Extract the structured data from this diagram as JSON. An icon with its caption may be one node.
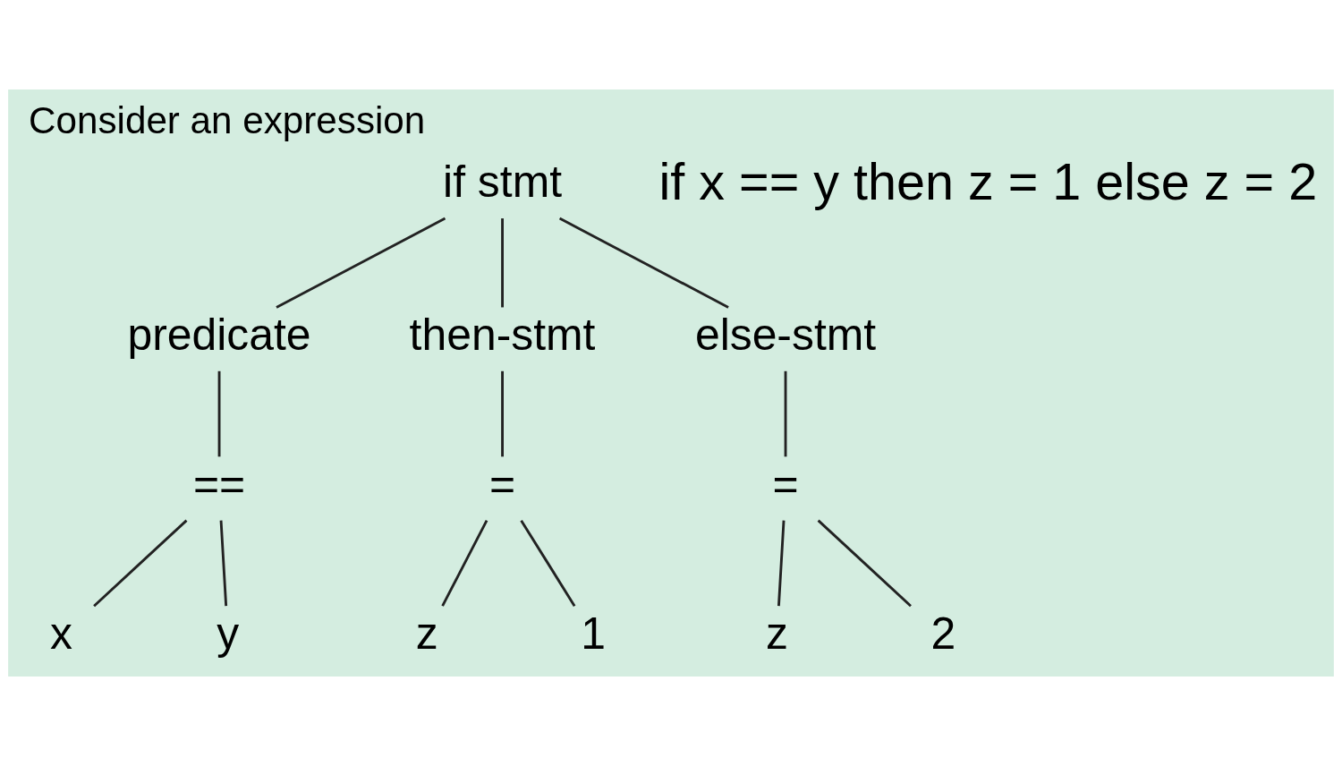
{
  "diagram": {
    "title": "Consider an expression",
    "nodes": [
      {
        "text": [
          "if stmt"
        ]
      },
      {
        "text": [
          "predicate"
        ]
      },
      {
        "text": [
          "then-stmt"
        ]
      },
      {
        "text": [
          "else-stmt"
        ]
      },
      {
        "text": [
          "=="
        ]
      },
      {
        "text": [
          "="
        ]
      },
      {
        "text": [
          "="
        ]
      },
      {
        "text": [
          "x"
        ]
      },
      {
        "text": [
          "y"
        ]
      },
      {
        "text": [
          "z"
        ]
      },
      {
        "text": [
          "1"
        ]
      },
      {
        "text": [
          "z"
        ]
      },
      {
        "text": [
          "2"
        ]
      }
    ],
    "edges": [
      {
        "from": 0,
        "to": 1,
        "arrow": "none"
      },
      {
        "from": 0,
        "to": 2,
        "arrow": "none"
      },
      {
        "from": 0,
        "to": 3,
        "arrow": "none"
      },
      {
        "from": 1,
        "to": 4,
        "arrow": "none"
      },
      {
        "from": 2,
        "to": 5,
        "arrow": "none"
      },
      {
        "from": 3,
        "to": 6,
        "arrow": "none"
      },
      {
        "from": 4,
        "to": 7,
        "arrow": "none"
      },
      {
        "from": 4,
        "to": 8,
        "arrow": "none"
      },
      {
        "from": 5,
        "to": 9,
        "arrow": "none"
      },
      {
        "from": 5,
        "to": 10,
        "arrow": "none"
      },
      {
        "from": 6,
        "to": 11,
        "arrow": "none"
      },
      {
        "from": 6,
        "to": 12,
        "arrow": "none"
      }
    ],
    "labels": [
      "if x == y then z = 1 else z = 2"
    ]
  }
}
